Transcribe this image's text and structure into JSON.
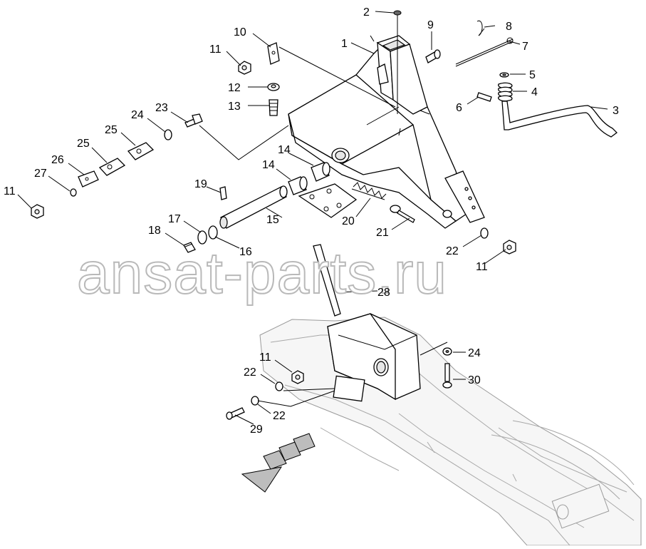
{
  "watermark": "ansat-parts.ru",
  "callouts": {
    "c1": "1",
    "c2": "2",
    "c3": "3",
    "c4": "4",
    "c5": "5",
    "c6": "6",
    "c7": "7",
    "c8": "8",
    "c9": "9",
    "c10": "10",
    "c11a": "11",
    "c11b": "11",
    "c11c": "11",
    "c11d": "11",
    "c12": "12",
    "c13": "13",
    "c14a": "14",
    "c14b": "14",
    "c15": "15",
    "c16": "16",
    "c17": "17",
    "c18": "18",
    "c19": "19",
    "c20": "20",
    "c21": "21",
    "c22a": "22",
    "c22b": "22",
    "c22c": "22",
    "c23": "23",
    "c24a": "24",
    "c24b": "24",
    "c25": "25",
    "c26": "26",
    "c27": "27",
    "c28": "28",
    "c29": "29",
    "c30": "30"
  }
}
